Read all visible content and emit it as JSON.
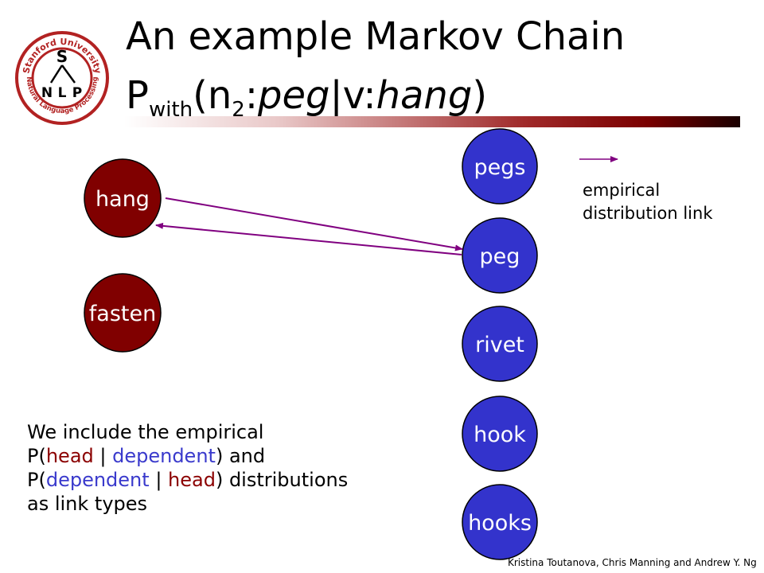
{
  "logo": {
    "ring_text_top": "Stanford University",
    "ring_text_bottom": "Natural Language Processing",
    "letter_s": "S",
    "letter_n": "N",
    "letter_l": "L",
    "letter_p": "P"
  },
  "title": {
    "line1": "An example Markov Chain",
    "p": "P",
    "sub": "with",
    "paren_open": "(n",
    "sub2": "2",
    "colon": ":",
    "peg": "peg",
    "bar": "|v:",
    "hang": "hang",
    "paren_close": ")"
  },
  "nodes": {
    "heads": [
      "hang",
      "fasten"
    ],
    "dependents": [
      "pegs",
      "peg",
      "rivet",
      "hook",
      "hooks"
    ]
  },
  "legend": {
    "line1": "empirical",
    "line2": "distribution link"
  },
  "caption": {
    "l1": "We include the empirical",
    "l2a": "P(",
    "l2b": "head",
    "l2c": " | ",
    "l2d": "dependent",
    "l2e": ") and",
    "l3a": "P(",
    "l3b": "dependent",
    "l3c": " | ",
    "l3d": "head",
    "l3e": ") distributions",
    "l4": "as link types"
  },
  "footer": "Kristina Toutanova, Chris Manning and Andrew Y. Ng",
  "colors": {
    "head_node": "#800000",
    "dependent_node": "#3333cc",
    "link": "#800080",
    "accent_red": "#8b0000",
    "accent_blue": "#3a3acc"
  }
}
